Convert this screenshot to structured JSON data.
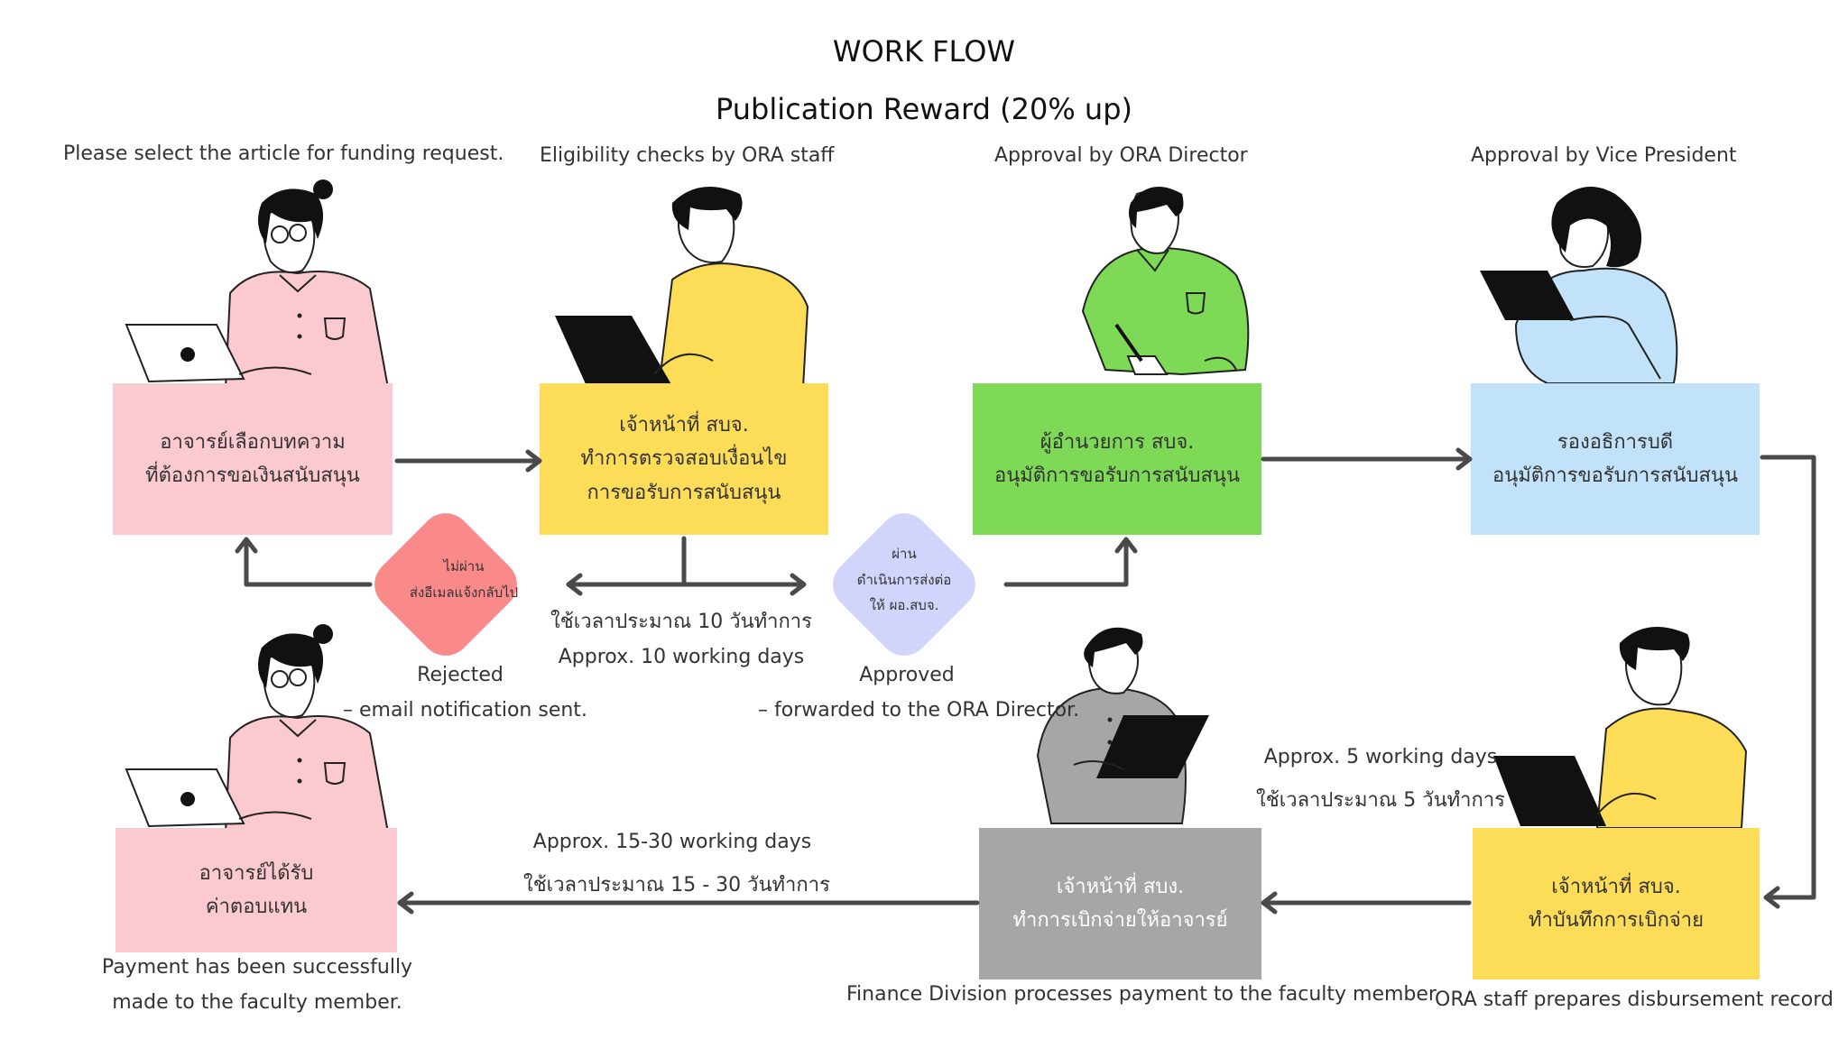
{
  "title": "WORK FLOW",
  "subtitle": "Publication Reward (20% up)",
  "colors": {
    "pink": "#fbc9d0",
    "yellow": "#fddc58",
    "green": "#7ed957",
    "blue": "#c2e2f9",
    "gray": "#a6a6a6",
    "diamond_red": "#fa8a8a",
    "diamond_lavender": "#d1d4fb",
    "arrow": "#4a4a4a"
  },
  "steps": {
    "select": {
      "caption": "Please select the article for funding request.",
      "line1": "อาจารย์เลือกบทความ",
      "line2": "ที่ต้องการขอเงินสนับสนุน"
    },
    "check": {
      "caption": "Eligibility checks by ORA staff",
      "line1": "เจ้าหน้าที่ สบจ.",
      "line2": "ทำการตรวจสอบเงื่อนไข",
      "line3": "การขอรับการสนับสนุน"
    },
    "director": {
      "caption": "Approval by ORA Director",
      "line1": "ผู้อำนวยการ สบจ.",
      "line2": "อนุมัติการขอรับการสนับสนุน"
    },
    "vp": {
      "caption": "Approval by Vice President",
      "line1": "รองอธิการบดี",
      "line2": "อนุมัติการขอรับการสนับสนุน"
    },
    "record": {
      "caption": "ORA staff prepares disbursement record",
      "line1": "เจ้าหน้าที่ สบจ.",
      "line2": "ทำบันทึกการเบิกจ่าย"
    },
    "finance": {
      "caption": "Finance Division processes payment to the faculty member",
      "line1": "เจ้าหน้าที่ สบง.",
      "line2": "ทำการเบิกจ่ายให้อาจารย์"
    },
    "paid": {
      "caption_line1": "Payment has been successfully",
      "caption_line2": "made to the faculty member.",
      "line1": "อาจารย์ได้รับ",
      "line2": "ค่าตอบแทน"
    }
  },
  "decisions": {
    "rejected": {
      "line1": "ไม่ผ่าน",
      "line2": "ส่งอีเมลแจ้งกลับไป",
      "label1": "Rejected",
      "label2": "– email notification sent."
    },
    "approved": {
      "line1": "ผ่าน",
      "line2": "ดำเนินการส่งต่อ",
      "line3": "ให้ ผอ.สบจ.",
      "label1": "Approved",
      "label2": "– forwarded to the ORA Director."
    }
  },
  "durations": {
    "check": {
      "thai": "ใช้เวลาประมาณ 10 วันทำการ",
      "en": "Approx. 10 working days"
    },
    "record": {
      "en": "Approx. 5 working days",
      "thai": "ใช้เวลาประมาณ 5 วันทำการ"
    },
    "payment": {
      "en": "Approx. 15-30 working days",
      "thai": "ใช้เวลาประมาณ 15 - 30 วันทำการ"
    }
  }
}
